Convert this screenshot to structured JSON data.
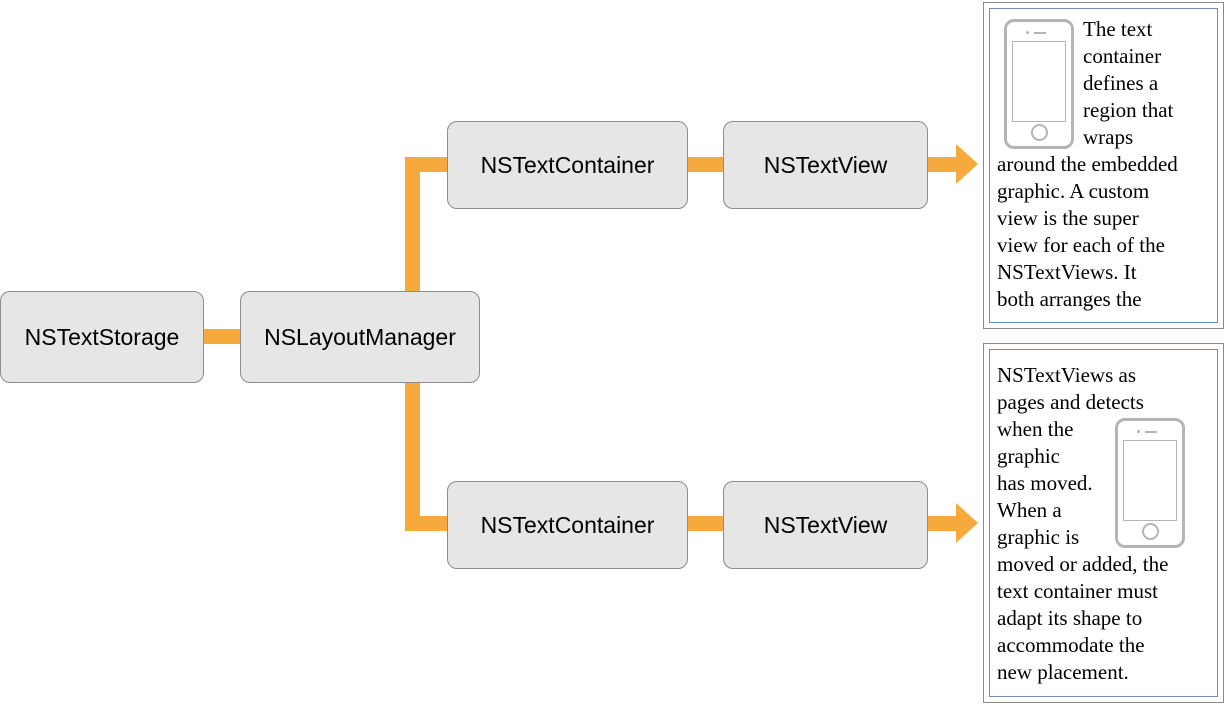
{
  "nodes": {
    "text_storage": "NSTextStorage",
    "layout_manager": "NSLayoutManager",
    "container_top": "NSTextContainer",
    "view_top": "NSTextView",
    "container_bottom": "NSTextContainer",
    "view_bottom": "NSTextView"
  },
  "page_top": {
    "lines": [
      "The text",
      "container",
      "defines a",
      "region that",
      "wraps",
      "around the embedded",
      "graphic. A custom",
      "view is the super",
      "view for each of the",
      "NSTextViews. It",
      "both arranges the"
    ]
  },
  "page_bottom": {
    "lines": [
      "NSTextViews as",
      "pages and detects",
      "when the",
      "graphic",
      "has moved.",
      "When a",
      "graphic is",
      "moved or added, the",
      "text container must",
      "adapt its shape to",
      "accommodate the",
      "new placement."
    ]
  },
  "icons": {
    "top_page_graphic": "iphone-icon",
    "bottom_page_graphic": "iphone-icon"
  },
  "colors": {
    "connector": "#f6aa3e",
    "node_fill": "#e6e6e6",
    "node_border": "#8c8c8c",
    "page_border": "#6f8fb0"
  }
}
